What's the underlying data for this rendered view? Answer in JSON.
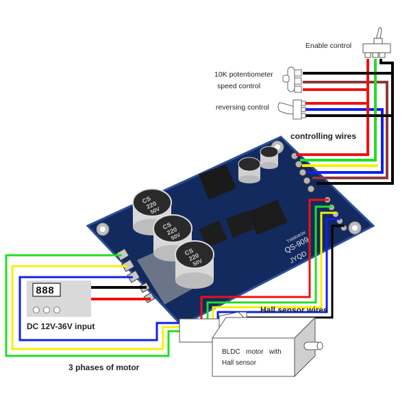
{
  "labels": {
    "enable_control": "Enable control",
    "pot_line1": "10K potentiometer",
    "pot_line2": "speed control",
    "reversing_control": "reversing control",
    "controlling_wires": "controlling wires",
    "dc_input": "DC 12V-36V input",
    "phases": "3 phases of motor",
    "hall_wires": "Hall sensor wires",
    "motor_line1": "BLDC   motor   with",
    "motor_line2": "Hall sensor"
  },
  "power_supply": {
    "display_text": "888",
    "buttons": 3
  },
  "board": {
    "capacitor_label": [
      "CS",
      "220",
      "50V"
    ],
    "chip_marking_1": "TX6604GN",
    "chip_marking_2": "QS-909",
    "chip_marking_3": "JYQD"
  },
  "wire_colors": {
    "red": "#ee1111",
    "green": "#22dd22",
    "yellow": "#f5f000",
    "blue": "#1020ee",
    "brown": "#8b3a3a",
    "black": "#000000"
  },
  "colors": {
    "pcb": "#132a5e",
    "pcb_edge": "#1e3f8a",
    "capacitor": "#d8d8d8",
    "psu_box": "#d9d9d9",
    "motor_side": "#cfcfcf"
  }
}
